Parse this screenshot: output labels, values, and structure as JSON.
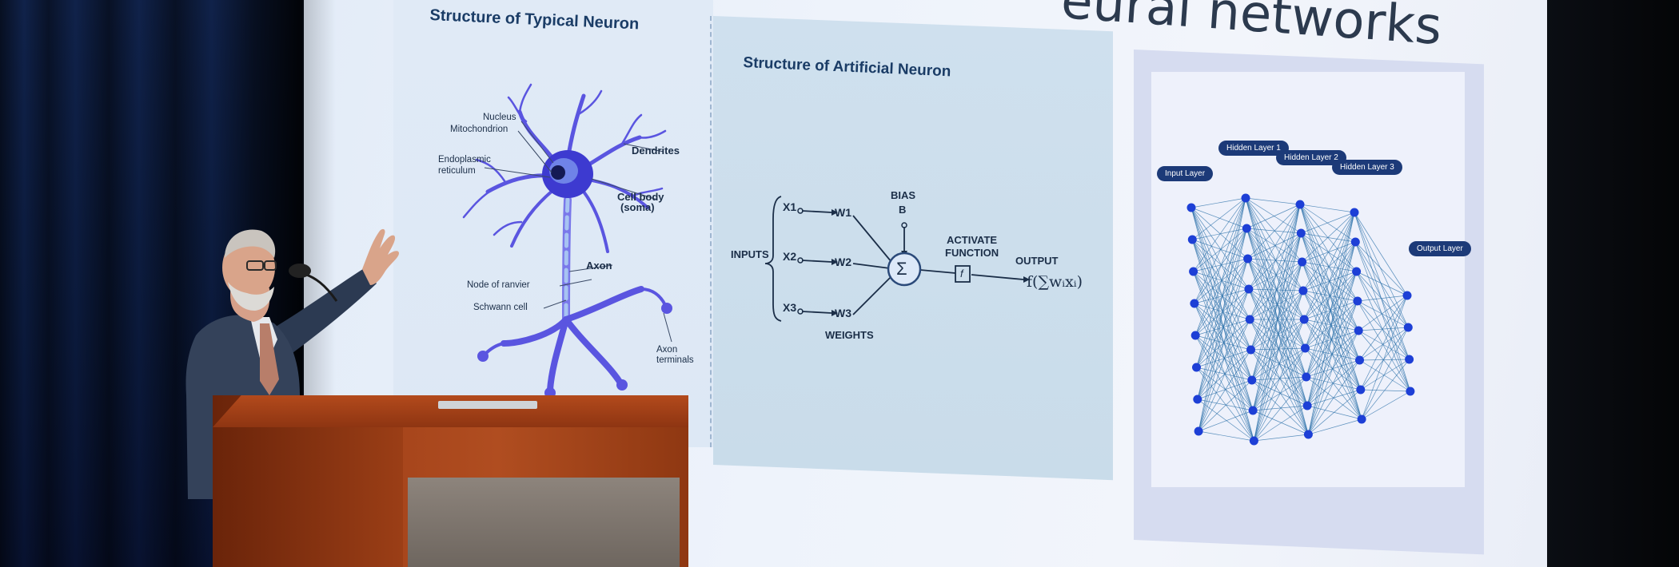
{
  "slide": {
    "title": "eural networks"
  },
  "bio_panel": {
    "heading": "Structure of Typical Neuron",
    "labels": {
      "nucleus": "Nucleus",
      "mitochondrion": "Mitochondrion",
      "endoplasmic_1": "Endoplasmic",
      "endoplasmic_2": "reticulum",
      "dendrites": "Dendrites",
      "cell_body_1": "Cell body",
      "cell_body_2": "(soma)",
      "axon": "Axon",
      "node_of_ranvier": "Node of  ranvier",
      "schwann_cell": "Schwann cell",
      "axon_terminals_1": "Axon",
      "axon_terminals_2": "terminals"
    }
  },
  "artificial_panel": {
    "heading": "Structure of Artificial Neuron",
    "inputs_label": "INPUTS",
    "inputs": [
      "X1",
      "X2",
      "X3"
    ],
    "weights": [
      "W1",
      "W2",
      "W3"
    ],
    "weights_label": "WEIGHTS",
    "bias_1": "BIAS",
    "bias_2": "B",
    "sum_symbol": "Σ",
    "activate_1": "ACTIVATE",
    "activate_2": "FUNCTION",
    "function_symbol": "f",
    "output_label": "OUTPUT",
    "output_formula": "f(∑wᵢxᵢ)"
  },
  "network_panel": {
    "input_layer": "Input Layer",
    "hidden_1": "Hidden Layer 1",
    "hidden_2": "Hidden Layer 2",
    "hidden_3": "Hidden Layer 3",
    "output_layer": "Output Layer",
    "layer_sizes": [
      8,
      9,
      9,
      8,
      4
    ],
    "node_color": "#1d3fd6",
    "edge_color": "#2a6fa8"
  },
  "colors": {
    "neuron": "#5a55e0",
    "curtain": "#0f2250",
    "podium": "#a3421a"
  }
}
